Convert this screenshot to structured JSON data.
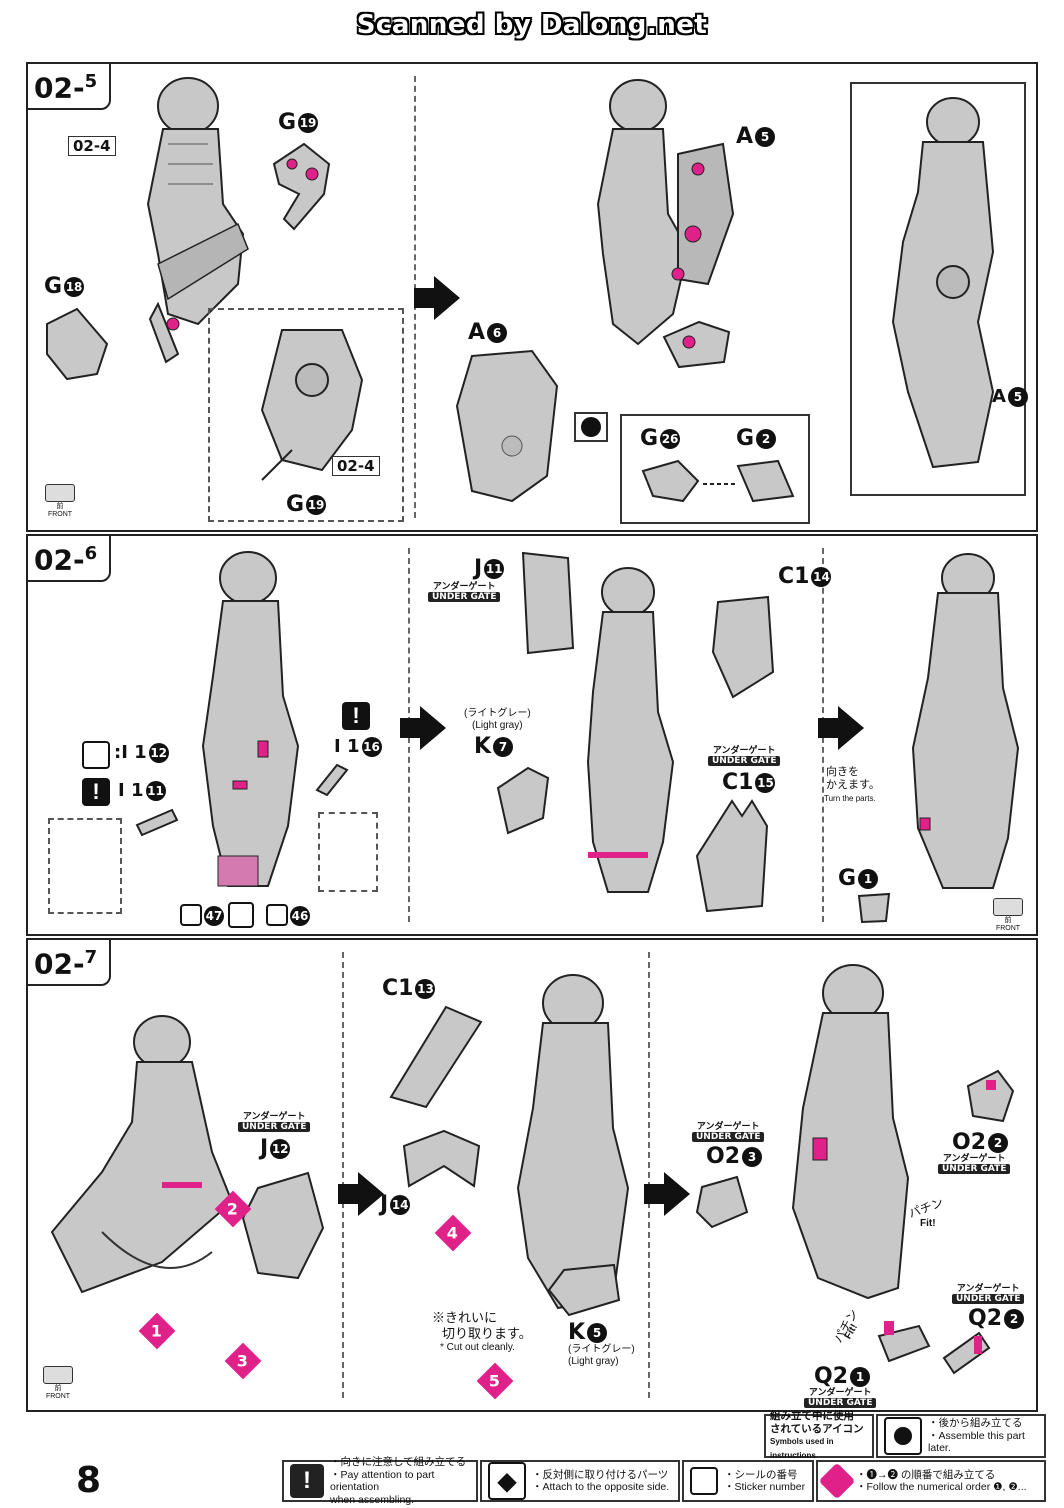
{
  "watermark": "Scanned by Dalong.net",
  "page_number": "8",
  "colors": {
    "accent": "#e0218a",
    "part_gray": "#c8c8c8",
    "outline": "#222222"
  },
  "steps": {
    "s5": {
      "step_main": "02-",
      "step_sub": "5",
      "ref_top": "02-4",
      "ref_inset": "02-4",
      "part_g19": "G",
      "part_g19_num": "19",
      "part_g18": "G",
      "part_g18_num": "18",
      "part_g19b": "G",
      "part_g19b_num": "19",
      "part_a5": "A",
      "part_a5_num": "5",
      "part_a6": "A",
      "part_a6_num": "6",
      "part_g26": "G",
      "part_g26_num": "26",
      "part_g2": "G",
      "part_g2_num": "2",
      "part_a5b": "A",
      "part_a5b_num": "5",
      "front_jp": "前",
      "front_en": "FRONT"
    },
    "s6": {
      "step_main": "02-",
      "step_sub": "6",
      "i12": ":I 1",
      "i12_num": "12",
      "i11": "I 1",
      "i11_num": "11",
      "i16": "I 1",
      "i16_num": "16",
      "sticker_47": "47",
      "sticker_46": "46",
      "j11": "J",
      "j11_num": "11",
      "c14": "C1",
      "c14_num": "14",
      "k7_jp": "(ライトグレー)",
      "k7_en": "(Light gray)",
      "k7": "K",
      "k7_num": "7",
      "c15": "C1",
      "c15_num": "15",
      "turn_jp_1": "向きを",
      "turn_jp_2": "かえます。",
      "turn_en": "Turn the parts.",
      "g1": "G",
      "g1_num": "1",
      "front_jp": "前",
      "front_en": "FRONT"
    },
    "s7": {
      "step_main": "02-",
      "step_sub": "7",
      "j12": "J",
      "j12_num": "12",
      "c13": "C1",
      "c13_num": "13",
      "j14": "J",
      "j14_num": "14",
      "k5": "K",
      "k5_num": "5",
      "k5_jp": "(ライトグレー)",
      "k5_en": "(Light gray)",
      "cut_jp_1": "※きれいに",
      "cut_jp_2": "切り取ります。",
      "cut_en": "* Cut out cleanly.",
      "o23": "O2",
      "o23_num": "3",
      "o22": "O2",
      "o22_num": "2",
      "q22": "Q2",
      "q22_num": "2",
      "q21": "Q2",
      "q21_num": "1",
      "fit_jp": "パチン",
      "fit_en": "Fit!",
      "fit2_jp": "パチン",
      "fit2_en": "Fit!",
      "order": [
        "1",
        "2",
        "3",
        "4",
        "5"
      ],
      "front_jp": "前",
      "front_en": "FRONT"
    }
  },
  "under_gate": {
    "jp": "アンダーゲート",
    "en": "UNDER GATE"
  },
  "legend": {
    "symbols_jp_1": "組み立て中に使用",
    "symbols_jp_2": "されているアイコン",
    "symbols_en": "Symbols used in instructions",
    "assemble_later_jp": "・後から組み立てる",
    "assemble_later_en": "・Assemble this part later.",
    "orientation_jp": "・向きに注意して組み立てる",
    "orientation_en_1": "・Pay attention to part orientation",
    "orientation_en_2": "when assembling.",
    "opposite_jp": "・反対側に取り付けるパーツ",
    "opposite_en": "・Attach to the opposite side.",
    "sticker_jp": "・シールの番号",
    "sticker_en": "・Sticker number",
    "order_jp": "・❶→❷ の順番で組み立てる",
    "order_en": "・Follow the numerical order ❶, ❷..."
  }
}
